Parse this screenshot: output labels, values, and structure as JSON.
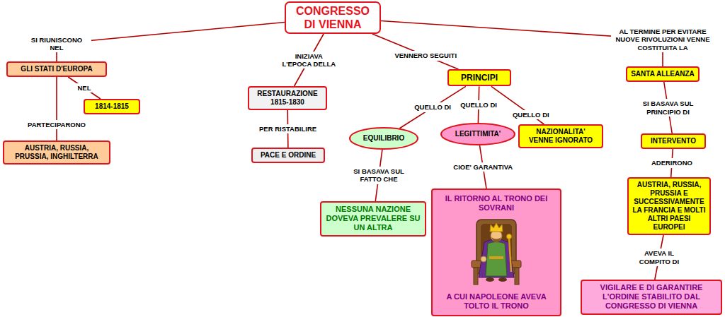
{
  "diagram": {
    "nodes": [
      {
        "text": [
          "CONGRESSO DI VIENNA"
        ]
      },
      {
        "text": [
          "GLI STATI D'EUROPA"
        ]
      },
      {
        "text": [
          "1814-1815"
        ]
      },
      {
        "text": [
          "AUSTRIA, RUSSIA, PRUSSIA, INGHILTERRA"
        ]
      },
      {
        "text": [
          "RESTAURAZIONE 1815-1830"
        ]
      },
      {
        "text": [
          "PACE E ORDINE"
        ]
      },
      {
        "text": [
          "PRINCIPI"
        ]
      },
      {
        "text": [
          "EQUILIBRIO"
        ]
      },
      {
        "text": [
          "LEGITTIMITA'"
        ]
      },
      {
        "text": [
          "NAZIONALITA' VENNE IGNORATO"
        ]
      },
      {
        "text": [
          "NESSUNA NAZIONE DOVEVA PREVALERE SU UN ALTRA"
        ]
      },
      {
        "text": [
          "IL RITORNO AL TRONO DEI SOVRANI",
          "A CUI NAPOLEONE AVEVA TOLTO IL TRONO"
        ]
      },
      {
        "text": [
          "SANTA ALLEANZA"
        ]
      },
      {
        "text": [
          "INTERVENTO"
        ]
      },
      {
        "text": [
          "AUSTRIA, RUSSIA, PRUSSIA E SUCCESSIVAMENTE LA FRANCIA E MOLTI ALTRI PAESI EUROPEI"
        ]
      },
      {
        "text": [
          "VIGILARE E DI GARANTIRE L'ORDINE STABILITO DAL CONGRESSO DI VIENNA"
        ]
      }
    ],
    "edges": [
      {
        "from": 0,
        "to": 1,
        "label": "SI RIUNISCONO NEL",
        "arrow": "none"
      },
      {
        "from": 1,
        "to": 2,
        "label": "NEL",
        "arrow": "none"
      },
      {
        "from": 1,
        "to": 3,
        "label": "PARTECIPARONO",
        "arrow": "none"
      },
      {
        "from": 0,
        "to": 4,
        "label": "INIZIAVA L'EPOCA DELLA",
        "arrow": "none"
      },
      {
        "from": 4,
        "to": 5,
        "label": "PER RISTABILIRE",
        "arrow": "none"
      },
      {
        "from": 0,
        "to": 6,
        "label": "VENNERO SEGUITI",
        "arrow": "none"
      },
      {
        "from": 6,
        "to": 7,
        "label": "QUELLO DI",
        "arrow": "none"
      },
      {
        "from": 6,
        "to": 8,
        "label": "QUELLO DI",
        "arrow": "none"
      },
      {
        "from": 6,
        "to": 9,
        "label": "QUELLO DI",
        "arrow": "none"
      },
      {
        "from": 7,
        "to": 10,
        "label": "SI BASAVA SUL FATTO CHE",
        "arrow": "none"
      },
      {
        "from": 8,
        "to": 11,
        "label": "CIOE' GARANTIVA",
        "arrow": "none"
      },
      {
        "from": 0,
        "to": 12,
        "label": "AL TERMINE PER EVITARE NUOVE RIVOLUZIONI VENNE COSTITUITA LA",
        "arrow": "none"
      },
      {
        "from": 12,
        "to": 13,
        "label": "SI BASAVA SUL PRINCIPIO DI",
        "arrow": "none"
      },
      {
        "from": 13,
        "to": 14,
        "label": "ADERIRONO",
        "arrow": "none"
      },
      {
        "from": 14,
        "to": 15,
        "label": "AVEVA IL COMPITO DI",
        "arrow": "none"
      }
    ]
  }
}
